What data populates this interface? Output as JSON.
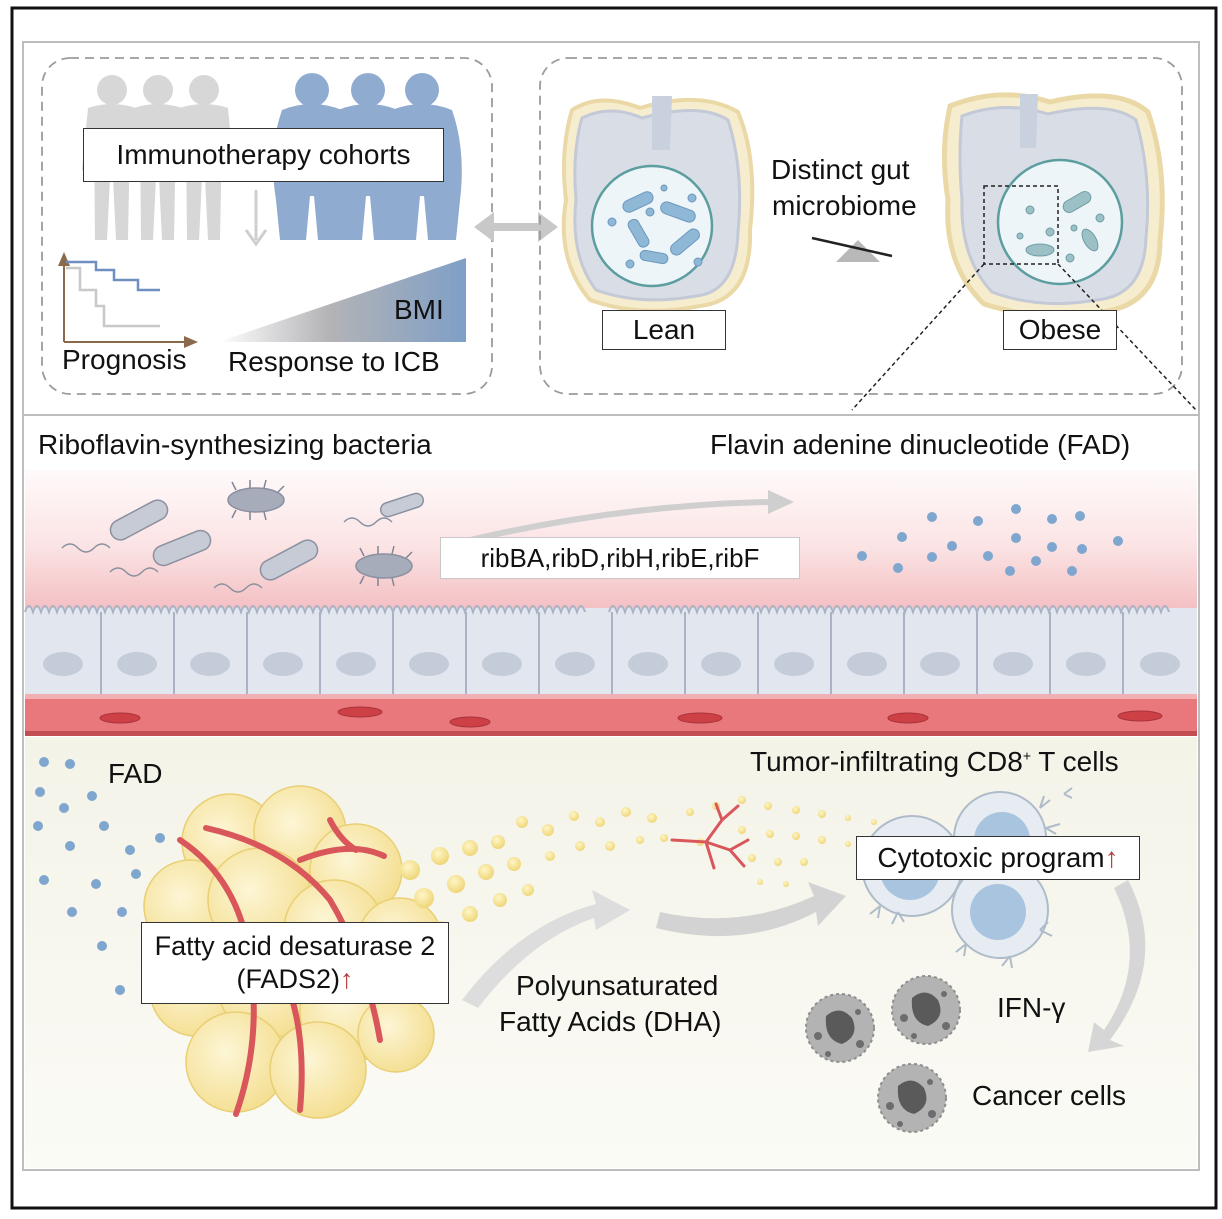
{
  "top_left": {
    "cohorts_label": "Immunotherapy cohorts",
    "bmi_label": "BMI",
    "prognosis_label": "Prognosis",
    "response_label": "Response to ICB"
  },
  "top_right": {
    "lean_label": "Lean",
    "microbiome_line1": "Distinct gut",
    "microbiome_line2": "microbiome",
    "obese_label": "Obese"
  },
  "middle": {
    "bacteria_label": "Riboflavin-synthesizing bacteria",
    "fad_full_label": "Flavin adenine dinucleotide (FAD)",
    "genes_label": "ribBA,ribD,ribH,ribE,ribF"
  },
  "bottom": {
    "fad_label": "FAD",
    "tcell_label_main": "Tumor-infiltrating CD8",
    "tcell_label_sup": "+",
    "tcell_label_end": " T cells",
    "fads2_line1": "Fatty acid desaturase 2",
    "fads2_line2": "(FADS2)",
    "up_arrow": "↑",
    "pufa_line1": "Polyunsaturated",
    "pufa_line2": "Fatty Acids (DHA)",
    "cytotoxic_label": "Cytotoxic program",
    "ifn_label": "IFN-γ",
    "cancer_label": "Cancer cells"
  },
  "colors": {
    "dot_blue": "#7fa6cf",
    "fat_yellow": "#f6e4a0",
    "vessel_red": "#d9565b",
    "up_red": "#b5393b",
    "bmi_blue": "#7f9fc6"
  }
}
